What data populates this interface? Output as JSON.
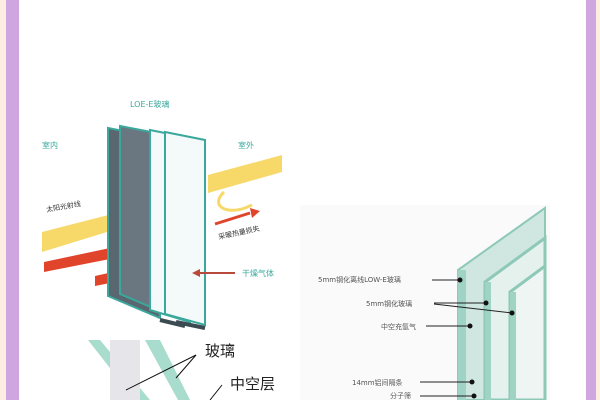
{
  "figure1": {
    "title": "LOE-E玻璃",
    "indoor": "室内",
    "outdoor": "室外",
    "sunlight": "太阳光射线",
    "heat_loss": "采暖热量损失",
    "dry_gas": "干燥气体"
  },
  "figure2": {
    "labels": [
      "5mm钢化离线LOW-E玻璃",
      "5mm钢化玻璃",
      "中空充氩气",
      "14mm铝间隔条",
      "分子筛"
    ]
  },
  "figure3": {
    "glass": "玻璃",
    "hollow_layer": "中空层"
  },
  "colors": {
    "border_purple": "#cfa6e0",
    "teal": "#3aa89c",
    "arrow_red": "#e0452c",
    "arrow_yellow": "#f7d96a"
  }
}
